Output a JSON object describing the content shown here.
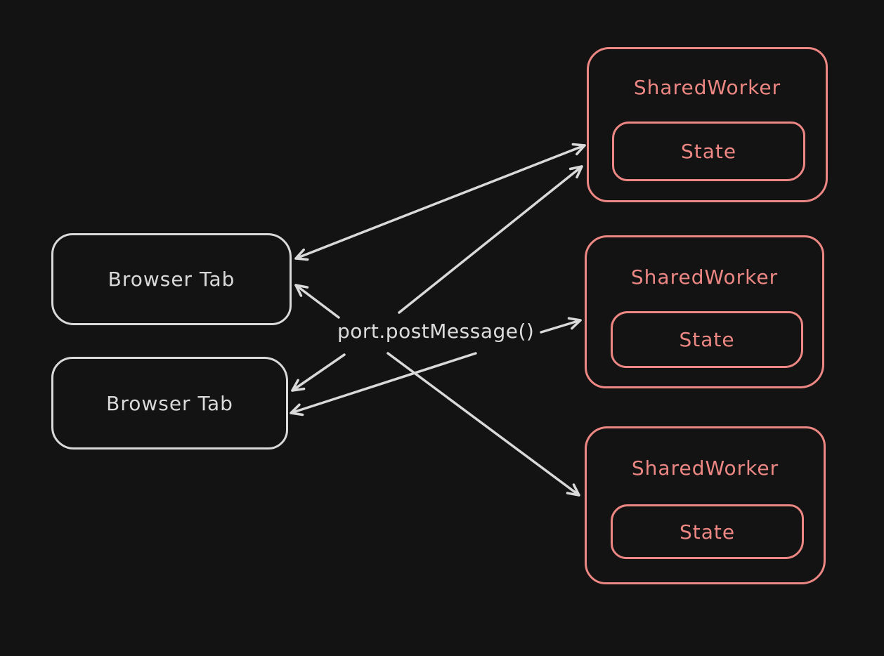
{
  "diagram": {
    "type": "node-link-diagram",
    "theme": {
      "background": "#131313",
      "neutral_stroke": "#d9d9d9",
      "accent_stroke": "#ec8783"
    },
    "center_label": "port.postMessage()",
    "browser_tabs": [
      {
        "label": "Browser Tab"
      },
      {
        "label": "Browser Tab"
      }
    ],
    "shared_workers": [
      {
        "label": "SharedWorker",
        "state_label": "State"
      },
      {
        "label": "SharedWorker",
        "state_label": "State"
      },
      {
        "label": "SharedWorker",
        "state_label": "State"
      }
    ],
    "edges": [
      {
        "from": "browser-tab-1",
        "to": "shared-worker-1",
        "arrowheads": "both"
      },
      {
        "from": "port-postmessage-label",
        "to": "shared-worker-1",
        "arrowheads": "end"
      },
      {
        "from": "port-postmessage-label",
        "to": "browser-tab-1",
        "arrowheads": "end"
      },
      {
        "from": "port-postmessage-label",
        "to": "browser-tab-2",
        "arrowheads": "end"
      },
      {
        "from": "port-postmessage-label",
        "to": "browser-tab-2",
        "arrowheads": "end"
      },
      {
        "from": "port-postmessage-label",
        "to": "shared-worker-2",
        "arrowheads": "end"
      },
      {
        "from": "port-postmessage-label",
        "to": "shared-worker-3",
        "arrowheads": "end"
      }
    ]
  }
}
